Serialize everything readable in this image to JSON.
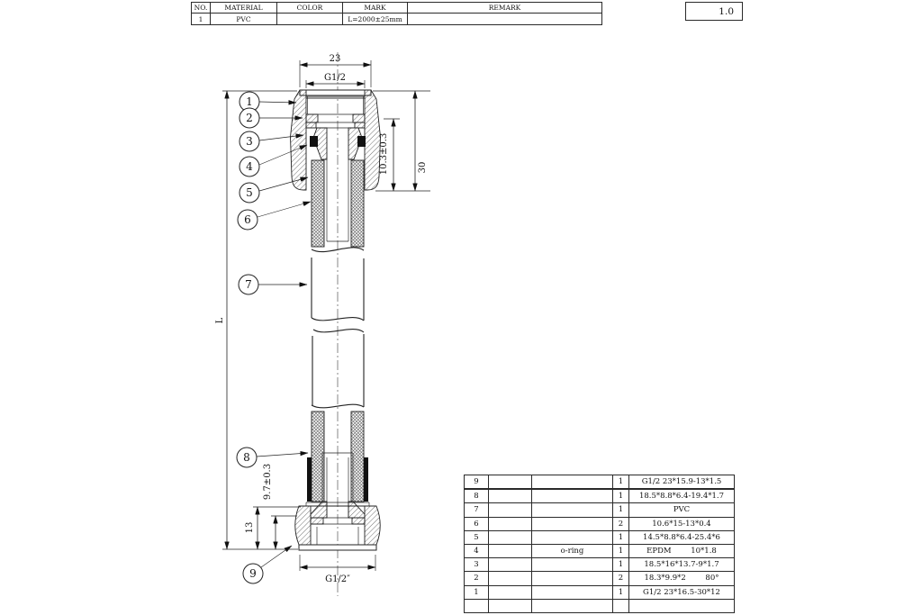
{
  "sheet": {
    "version": "1.0"
  },
  "title_block": {
    "headers": {
      "no": "NO.",
      "material": "MATERIAL",
      "color": "COLOR",
      "mark": "MARK",
      "remark": "REMARK"
    },
    "row": {
      "no": "1",
      "material": "PVC",
      "color": "",
      "mark": "L=2000±25mm",
      "remark": ""
    }
  },
  "drawing": {
    "callouts": [
      "1",
      "2",
      "3",
      "4",
      "5",
      "6",
      "7",
      "8",
      "9"
    ],
    "dims": {
      "width_top": "23",
      "thread_top": "G1/2",
      "depth_top": "10.3±0.3",
      "height_top": "30",
      "length": "L",
      "depth_bottom": "9.7±0.3",
      "height_bottom": "13",
      "thread_bottom": "G1/2″"
    }
  },
  "parts_table": {
    "rows": [
      {
        "no": "9",
        "material": "",
        "name": "",
        "qty": "1",
        "spec": "G1/2 23*15.9-13*1.5"
      },
      {
        "no": "8",
        "material": "",
        "name": "",
        "qty": "1",
        "spec": "18.5*8.8*6.4-19.4*1.7"
      },
      {
        "no": "7",
        "material": "",
        "name": "",
        "qty": "1",
        "spec": "PVC"
      },
      {
        "no": "6",
        "material": "",
        "name": "",
        "qty": "2",
        "spec": "10.6*15-13*0.4"
      },
      {
        "no": "5",
        "material": "",
        "name": "",
        "qty": "1",
        "spec": "14.5*8.8*6.4-25.4*6"
      },
      {
        "no": "4",
        "material": "",
        "name": "o-ring",
        "qty": "1",
        "spec": "EPDM        10*1.8"
      },
      {
        "no": "3",
        "material": "",
        "name": "",
        "qty": "1",
        "spec": "18.5*16*13.7-9*1.7"
      },
      {
        "no": "2",
        "material": "",
        "name": "",
        "qty": "2",
        "spec": "18.3*9.9*2        80°"
      },
      {
        "no": "1",
        "material": "",
        "name": "",
        "qty": "1",
        "spec": "G1/2 23*16.5-30*12"
      },
      {
        "no": "",
        "material": "",
        "name": "",
        "qty": "",
        "spec": ""
      }
    ]
  }
}
